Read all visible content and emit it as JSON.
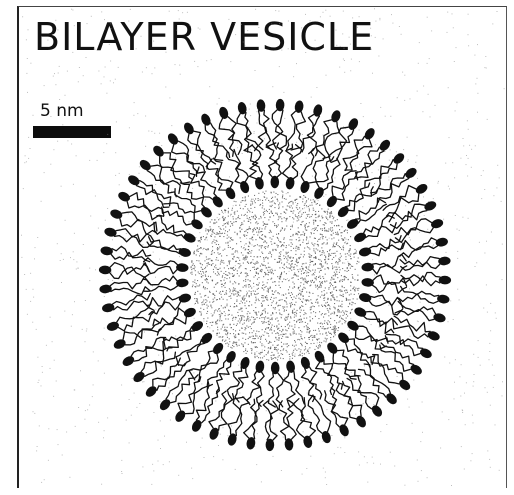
{
  "title": "BILAYER VESICLE",
  "scale_bar": {
    "label": "5 nm"
  },
  "colors": {
    "ink": "#111111",
    "background": "#ffffff",
    "stipple": "#555555"
  },
  "vesicle": {
    "outer_headgroup_count": 56,
    "inner_headgroup_count": 38
  }
}
